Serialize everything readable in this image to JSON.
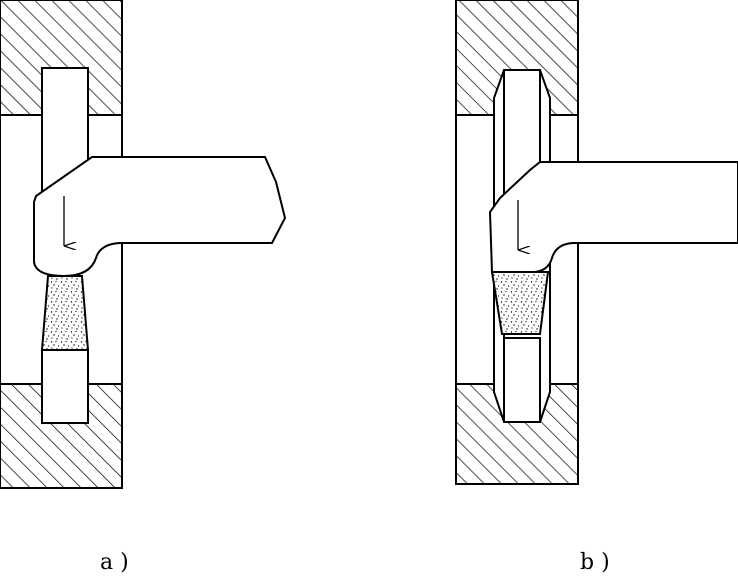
{
  "figure": {
    "panels": [
      {
        "id": "a",
        "caption": "a )"
      },
      {
        "id": "b",
        "caption": "b )"
      }
    ],
    "colors": {
      "line": "#000000",
      "background": "#ffffff",
      "hatch": "#000000",
      "stipple": "#000000"
    }
  }
}
